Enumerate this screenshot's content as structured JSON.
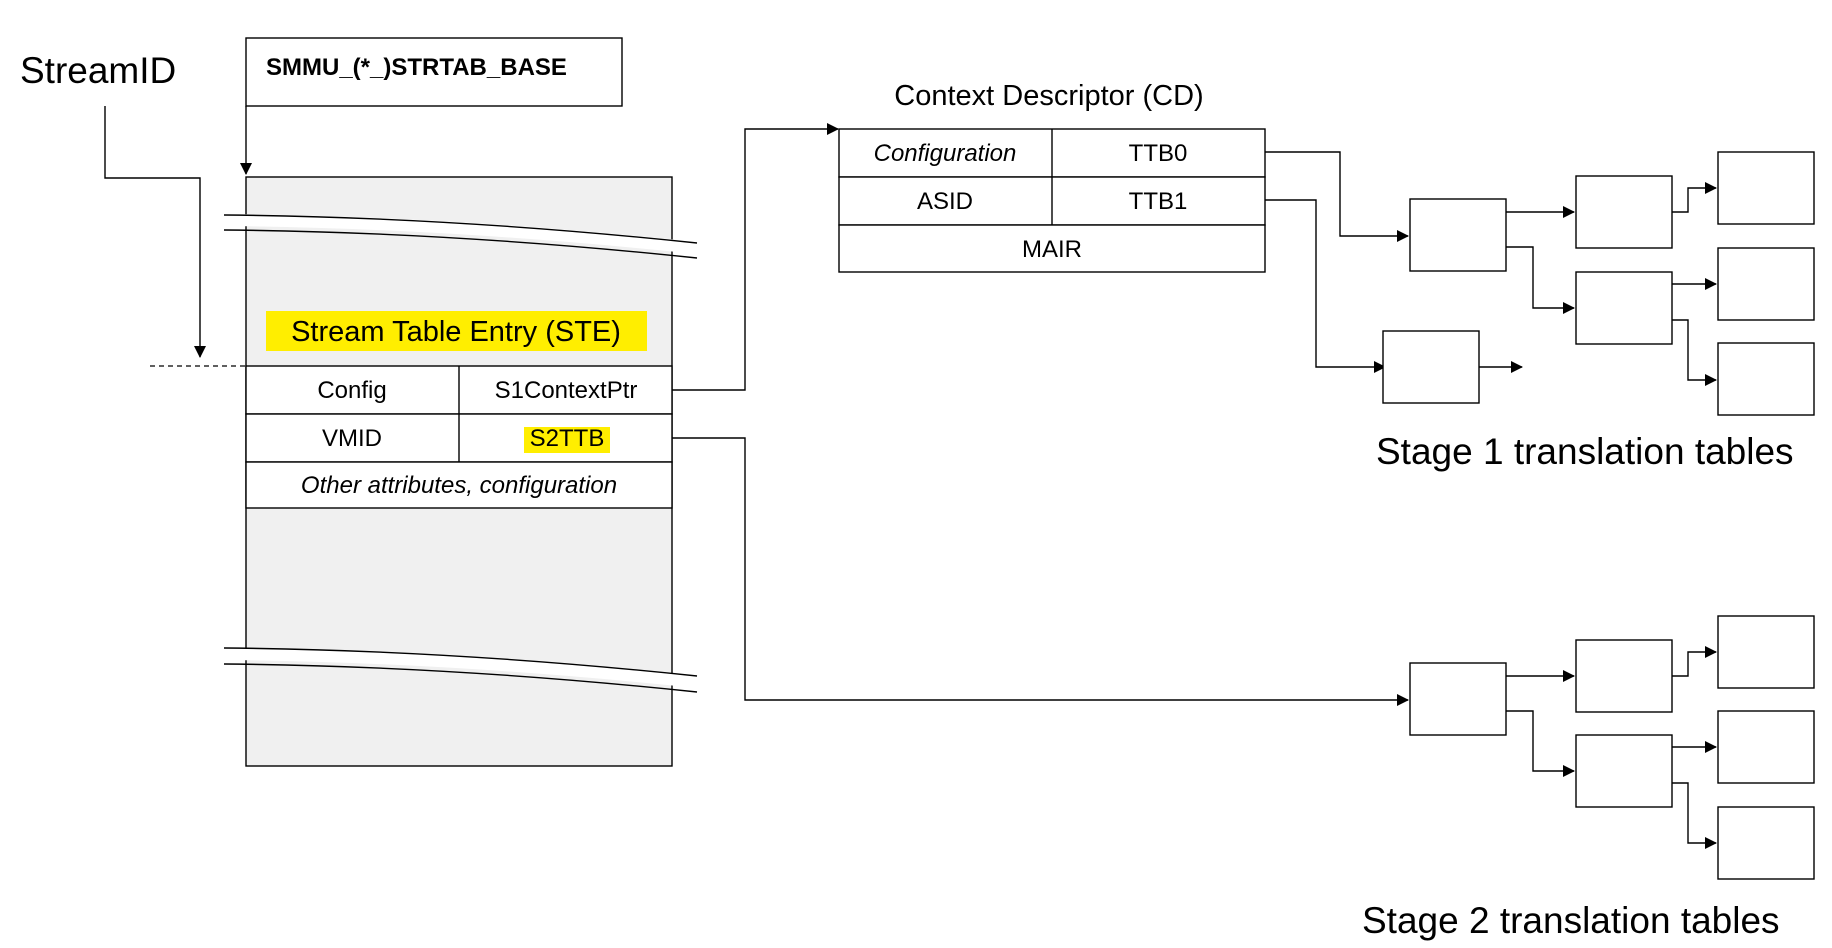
{
  "streamid_label": "StreamID",
  "strtab_base": {
    "label": "SMMU_(*_)STRTAB_BASE"
  },
  "ste": {
    "title": "Stream Table Entry (STE)",
    "rows": [
      [
        "Config",
        "S1ContextPtr"
      ],
      [
        "VMID",
        "S2TTB"
      ]
    ],
    "footer": "Other attributes, configuration",
    "highlight_color": "#ffee00"
  },
  "cd": {
    "title": "Context Descriptor (CD)",
    "rows": [
      [
        "Configuration",
        "TTB0"
      ],
      [
        "ASID",
        "TTB1"
      ]
    ],
    "footer": "MAIR"
  },
  "stage1_label": "Stage 1 translation tables",
  "stage2_label": "Stage 2 translation tables"
}
